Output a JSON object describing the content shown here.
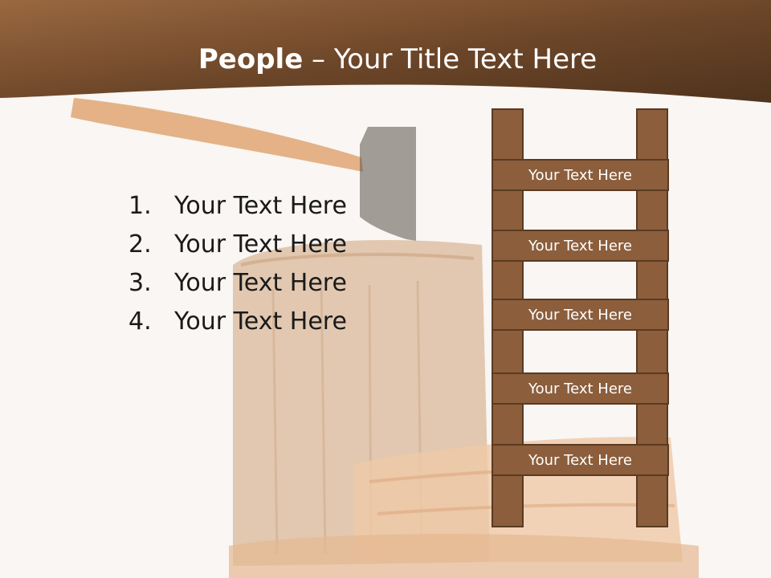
{
  "slide": {
    "title_bold": "People",
    "title_rest": " – Your Title Text Here",
    "list": [
      {
        "number": "1.",
        "text": "Your Text Here"
      },
      {
        "number": "2.",
        "text": "Your Text Here"
      },
      {
        "number": "3.",
        "text": "Your Text Here"
      },
      {
        "number": "4.",
        "text": "Your Text Here"
      }
    ],
    "ladder": {
      "rungs": [
        "Your Text Here",
        "Your Text Here",
        "Your Text Here",
        "Your Text Here",
        "Your Text Here"
      ]
    }
  },
  "colors": {
    "header_dark": "#5b3b22",
    "header_light": "#9a6840",
    "ladder_wood": "#8c5e3c",
    "ladder_edge": "#5a3a22",
    "background": "#f9f6f3"
  },
  "icons": [
    "axe-icon",
    "stump-icon"
  ]
}
